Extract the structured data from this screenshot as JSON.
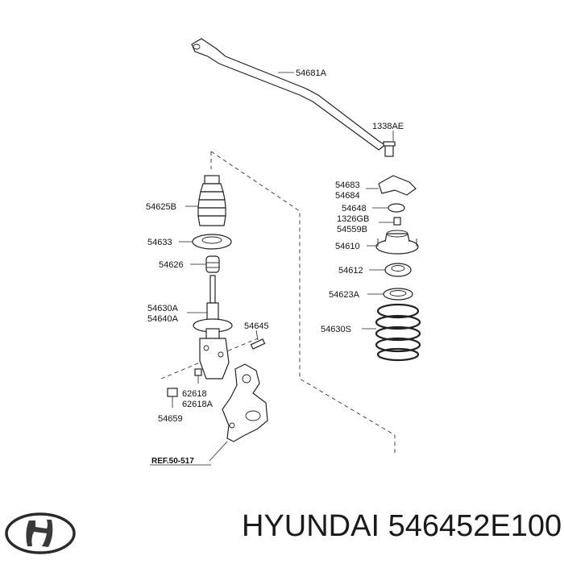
{
  "brand": "HYUNDAI",
  "part_number": "546452E100",
  "logo_icon": "hyundai-logo-icon",
  "callouts": {
    "stabilizer_bar": "54681A",
    "bar_bolt": "1338AE",
    "bracket_a": "54683",
    "bracket_b": "54684",
    "bushing": "54648",
    "nut_a": "1326GB",
    "nut_b": "54559B",
    "strut_mount": "54610",
    "bearing": "54612",
    "spring_pad": "54623A",
    "coil_spring": "54630S",
    "dust_boot": "54625B",
    "upper_seat": "54633",
    "bump_stopper": "54626",
    "strut_a": "54630A",
    "strut_b": "54640A",
    "bolt_54645": "54645",
    "nut_62618": "62618",
    "nut_62618a": "62618A",
    "washer_54659": "54659",
    "ref_label": "REF.50-517"
  }
}
